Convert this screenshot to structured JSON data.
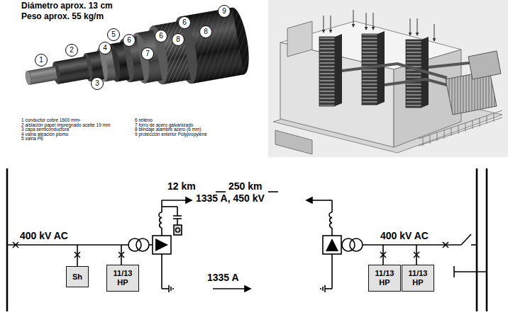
{
  "diagram": {
    "nodes": [
      {
        "text": [
          "1"
        ]
      },
      {
        "text": [
          "2"
        ]
      },
      {
        "text": [
          "3"
        ]
      },
      {
        "text": [
          "4"
        ]
      },
      {
        "text": [
          "5"
        ]
      },
      {
        "text": [
          "6"
        ]
      },
      {
        "text": [
          "7"
        ]
      },
      {
        "text": [
          "6"
        ]
      },
      {
        "text": [
          "8"
        ]
      },
      {
        "text": [
          "6"
        ]
      },
      {
        "text": [
          "8"
        ]
      },
      {
        "text": [
          "9"
        ]
      },
      {
        "text": [
          "Sh"
        ]
      },
      {
        "text": [
          "11/13 HP"
        ]
      },
      {
        "text": [
          "11/13 HP"
        ]
      },
      {
        "text": [
          "11/13 HP"
        ]
      }
    ],
    "labels": [
      "Diámetro aprox. 13 cm",
      "Peso aprox. 55 kg/m",
      "1 conductor cobre 1600 mm²",
      "2 aislación papel impregnado aceite 19 mm",
      "3 capa semiconductora",
      "4 vaina aleación plomo",
      "5 vaina PE",
      "6 relleno",
      "7 forro de acero galvanizado",
      "8 blindaje alambre acero (6 mm)",
      "9 protección exterior Polypropylene",
      "12 km",
      "250 km",
      "1335 A, 450 kV",
      "400 kV AC",
      "400 kV AC",
      "1335 A"
    ]
  }
}
